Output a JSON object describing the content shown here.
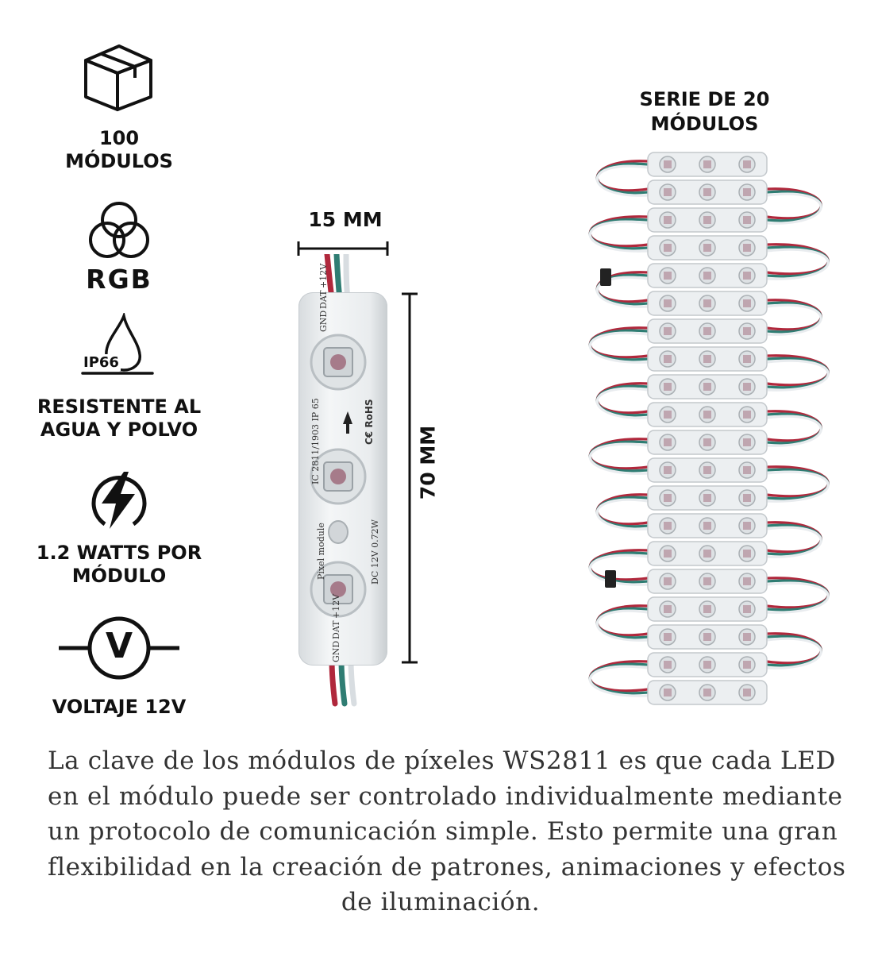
{
  "features": [
    {
      "icon": "box-icon",
      "lines": [
        "100",
        "MÓDULOS"
      ]
    },
    {
      "icon": "rgb-circles-icon",
      "icon_text": "RGB",
      "lines": []
    },
    {
      "icon": "water-drop-icon",
      "icon_text": "IP66",
      "lines": [
        "RESISTENTE AL",
        "AGUA Y POLVO"
      ]
    },
    {
      "icon": "lightning-bolt-icon",
      "lines": [
        "1.2 WATTS POR",
        "MÓDULO"
      ]
    },
    {
      "icon": "voltmeter-icon",
      "icon_text": "V",
      "lines": [
        "VOLTAJE 12V"
      ]
    }
  ],
  "dimensions": {
    "width": "15 MM",
    "height": "70 MM"
  },
  "module": {
    "pins": [
      "+12V",
      "DAT",
      "GND"
    ],
    "ic": "IC 2811/1903",
    "ip": "IP 65",
    "cert": "C€ RoHS",
    "name": "Pixel module",
    "power": "DC 12V 0.72W"
  },
  "series": {
    "title_lines": [
      "SERIE DE 20",
      "MÓDULOS"
    ],
    "count": 20
  },
  "description": [
    "La clave de los módulos de píxeles WS2811 es que cada LED",
    "en el módulo puede ser controlado individualmente mediante",
    "un protocolo de comunicación simple. Esto permite una gran",
    "flexibilidad en la creación de patrones, animaciones y efectos",
    "de iluminación."
  ],
  "colors": {
    "text": "#111111",
    "desc": "#333333",
    "wire_red": "#b0283c",
    "wire_teal": "#2f7d73",
    "wire_white": "#e9ecef",
    "module": "#eceff1"
  }
}
